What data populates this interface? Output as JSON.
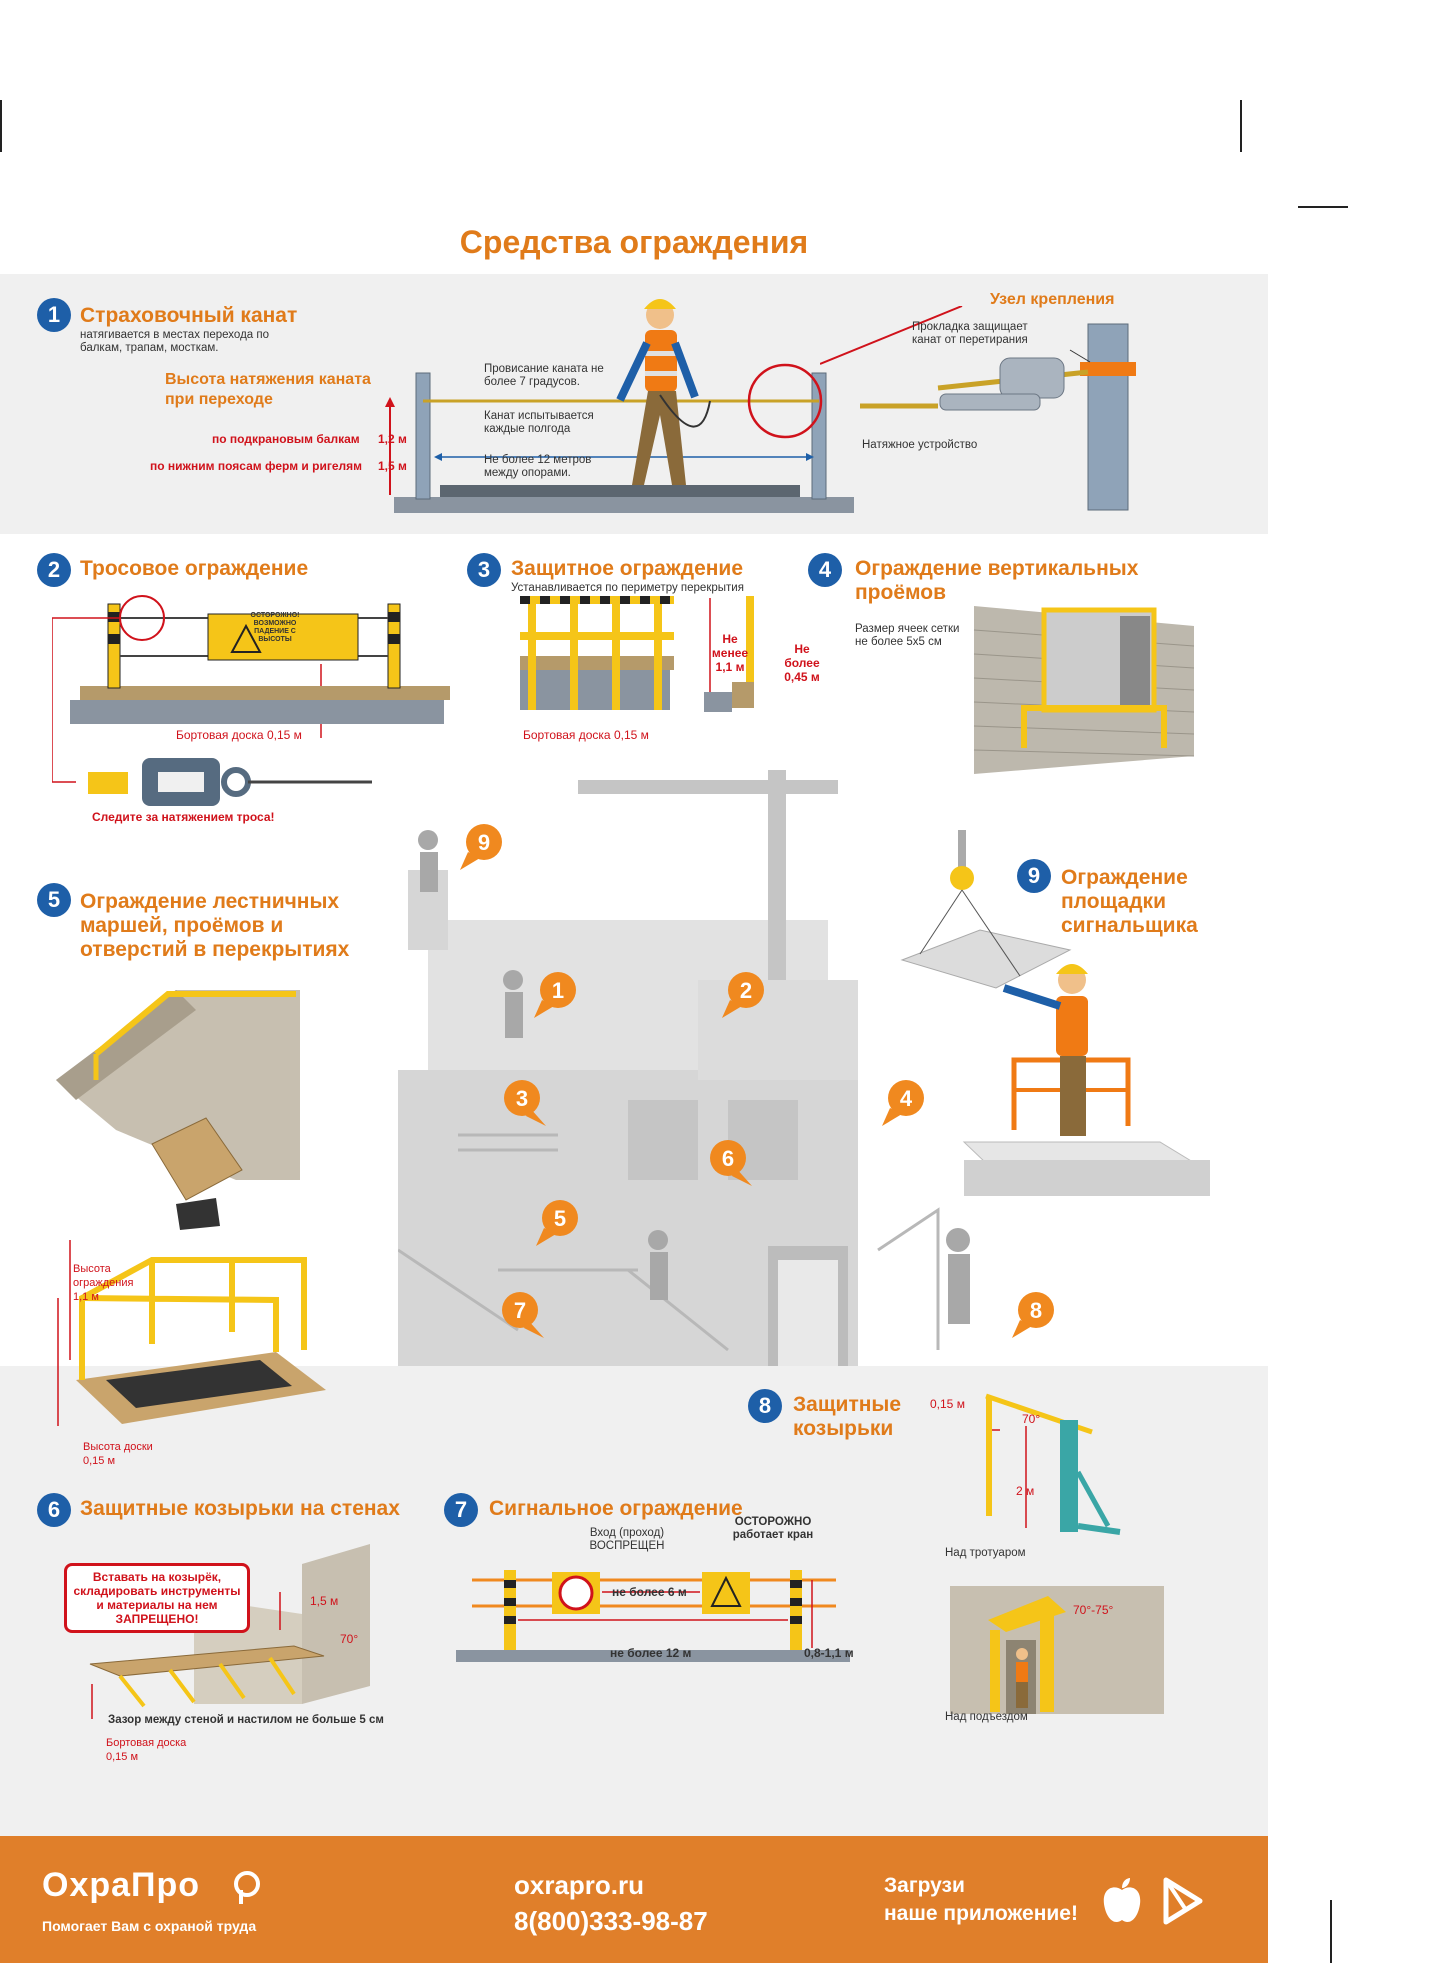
{
  "title": "Средства ограждения",
  "s1": {
    "num": "1",
    "title": "Страховочный канат",
    "subtitle": "натягивается в местах перехода по балкам, трапам, мосткам.",
    "height_title": "Высота натяжения каната при переходе",
    "row1_label": "по подкрановым балкам",
    "row1_value": "1,2 м",
    "row2_label": "по нижним поясам ферм и ригелям",
    "row2_value": "1,5 м",
    "sag": "Провисание каната не более 7 градусов.",
    "test": "Канат испытывается каждые полгода",
    "span": "Не более 12 метров между опорами.",
    "node_title": "Узел крепления",
    "pad": "Прокладка защищает канат от перетирания",
    "tensioner": "Натяжное устройство"
  },
  "s2": {
    "num": "2",
    "title": "Тросовое ограждение",
    "sign": "ОСТОРОЖНО! ВОЗМОЖНО ПАДЕНИЕ С ВЫСОТЫ",
    "board": "Бортовая доска 0,15 м",
    "tension": "Следите за натяжением троса!"
  },
  "s3": {
    "num": "3",
    "title": "Защитное ограждение",
    "subtitle": "Устанавливается по периметру перекрытия",
    "min_height": "Не менее 1,1 м",
    "max_gap": "Не более 0,45 м",
    "board": "Бортовая доска 0,15 м"
  },
  "s4": {
    "num": "4",
    "title": "Ограждение вертикальных проёмов",
    "mesh": "Размер ячеек сетки не более 5х5 см"
  },
  "s5": {
    "num": "5",
    "title": "Ограждение лестничных маршей, проёмов и отверстий в перекрытиях",
    "height": "Высота ограждения 1,1 м",
    "board": "Высота доски 0,15 м"
  },
  "s6": {
    "num": "6",
    "title": "Защитные козырьки на стенах",
    "warning": "Вставать на козырёк, складировать инструменты и материалы на нем ЗАПРЕЩЕНО!",
    "h15": "1,5 м",
    "angle": "70°",
    "gap": "Зазор между стеной и настилом не больше 5 см",
    "board": "Бортовая доска 0,15 м"
  },
  "s7": {
    "num": "7",
    "title": "Сигнальное ограждение",
    "no_entry": "Вход (проход) ВОСПРЕЩЕН",
    "crane": "ОСТОРОЖНО работает кран",
    "d6": "не более 6 м",
    "d12": "не более 12 м",
    "h": "0,8-1,1 м"
  },
  "s8": {
    "num": "8",
    "title": "Защитные козырьки",
    "h015": "0,15 м",
    "angle": "70°",
    "h2": "2 м",
    "sidewalk": "Над тротуаром",
    "angle2": "70°-75°",
    "entrance": "Над подъездом"
  },
  "s9": {
    "num": "9",
    "title": "Ограждение площадки сигнальщика"
  },
  "scene_markers": [
    "9",
    "1",
    "2",
    "3",
    "4",
    "6",
    "5",
    "7",
    "8"
  ],
  "footer": {
    "brand": "ОхраПро",
    "tagline": "Помогает Вам с охраной труда",
    "site": "oxrapro.ru",
    "phone": "8(800)333-98-87",
    "app1": "Загрузи",
    "app2": "наше приложение!"
  },
  "colors": {
    "accent": "#e07b1a",
    "blue": "#1e5fa8",
    "red": "#d0121b",
    "yellow": "#f5c518",
    "footer": "#e07f2a"
  }
}
